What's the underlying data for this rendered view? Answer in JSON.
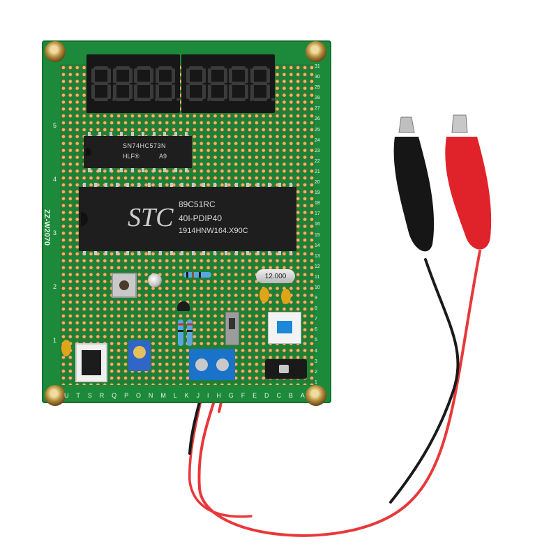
{
  "board": {
    "model_label": "ZZ-W2070",
    "column_letters": [
      "U",
      "T",
      "S",
      "R",
      "Q",
      "P",
      "O",
      "N",
      "M",
      "L",
      "K",
      "J",
      "I",
      "H",
      "G",
      "F",
      "E",
      "D",
      "C",
      "B",
      "A"
    ],
    "row_numbers": [
      "31",
      "30",
      "29",
      "28",
      "27",
      "26",
      "25",
      "24",
      "23",
      "22",
      "21",
      "20",
      "19",
      "18",
      "17",
      "16",
      "15",
      "14",
      "13",
      "12",
      "11",
      "10",
      "9",
      "8",
      "7",
      "6",
      "5",
      "4",
      "3",
      "2",
      "1"
    ],
    "left_row_marks": [
      "5",
      "4",
      "3",
      "2",
      "1"
    ]
  },
  "latch_chip": {
    "line1": "SN74HC573N",
    "line2": "HLF®",
    "line3": "A9"
  },
  "mcu_chip": {
    "logo": "STC",
    "line1": "89C51RC",
    "line2": "40I-PDIP40",
    "line3": "1914HNW164.X90C"
  },
  "crystal": {
    "label": "12.000"
  },
  "colors": {
    "pcb": "#1c8a3a",
    "display": "#171717",
    "chip": "#1e1e1e",
    "terminal_block": "#1a73c9",
    "clip_red": "#e0232a",
    "clip_black": "#161616",
    "wire_red": "#e8383a",
    "wire_black": "#1a1a1a"
  },
  "icons": [
    "mounting-screw-icon",
    "seven-segment-digit-icon",
    "alligator-clip-icon"
  ]
}
